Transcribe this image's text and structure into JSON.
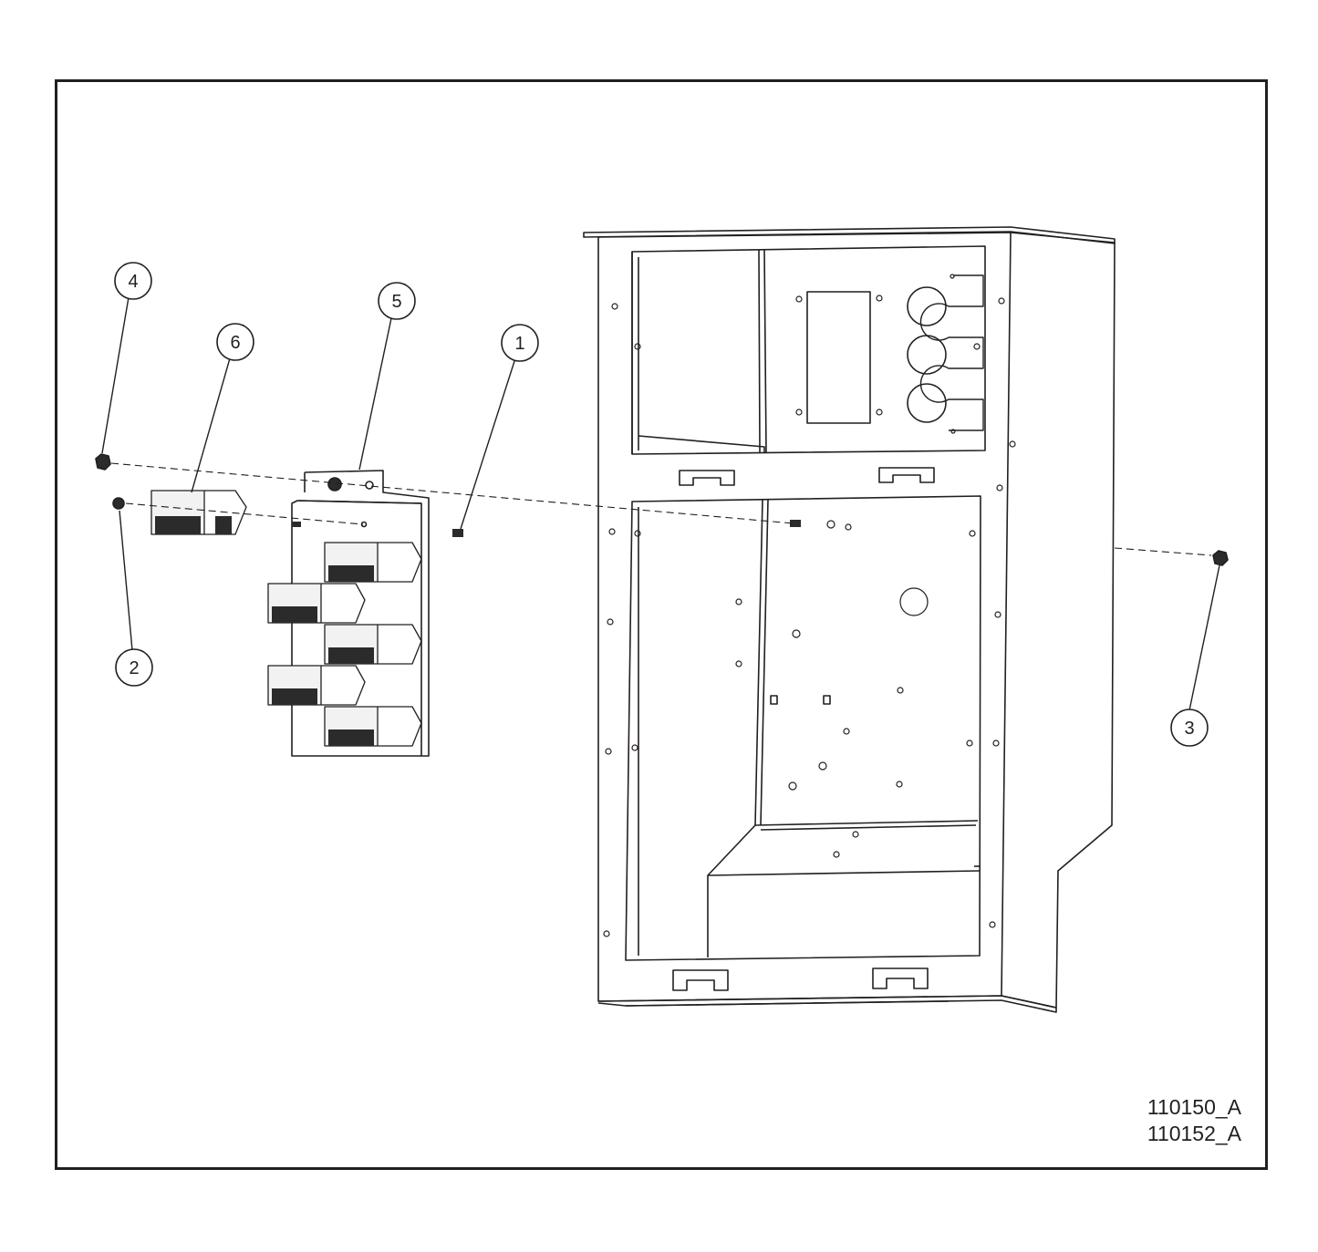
{
  "callouts": [
    {
      "number": "1"
    },
    {
      "number": "2"
    },
    {
      "number": "3"
    },
    {
      "number": "4"
    },
    {
      "number": "5"
    },
    {
      "number": "6"
    }
  ],
  "drawing_refs": [
    "110150_A",
    "110152_A"
  ],
  "colors": {
    "line": "#231f20",
    "background": "#ffffff",
    "fill_dark": "#2b2b2b",
    "fill_light": "#f2f2f2"
  }
}
